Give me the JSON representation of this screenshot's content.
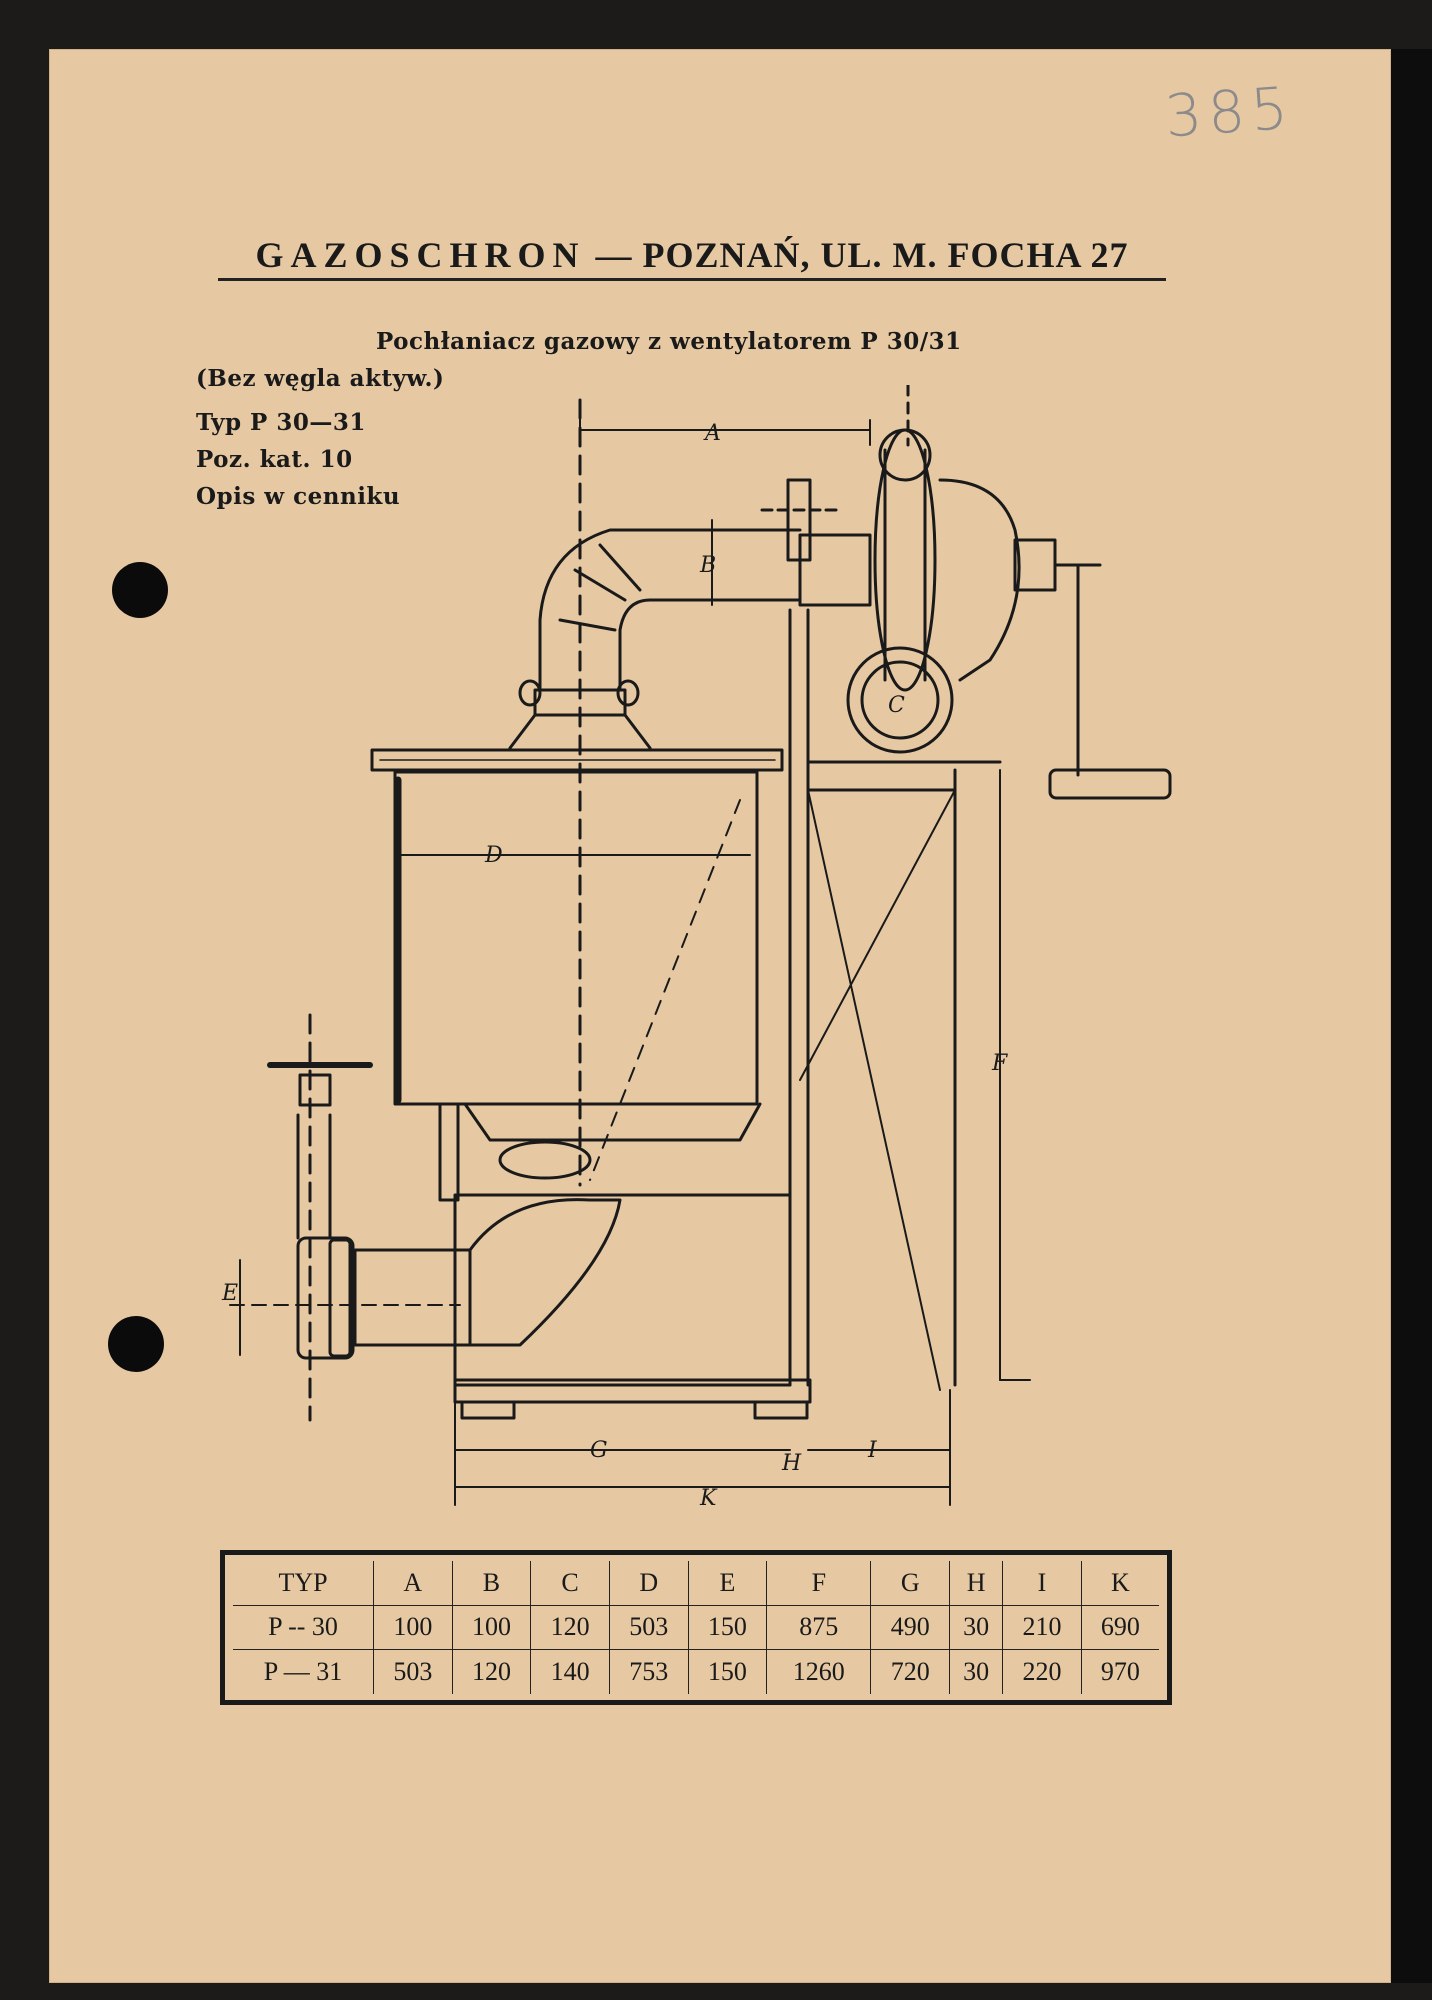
{
  "page_number": "385",
  "header": {
    "brand": "GAZOSCHRON",
    "separator": "—",
    "address": "POZNAŃ, UL. M. FOCHA 27"
  },
  "doc_title": "Pochłaniacz gazowy z wentylatorem P 30/31",
  "notes": [
    "(Bez węgla aktyw.)",
    "Typ P 30—31",
    "Poz. kat. 10",
    "Opis w cenniku"
  ],
  "drawing_labels": {
    "A": "A",
    "B": "B",
    "C": "C",
    "D": "D",
    "E": "E",
    "F": "F",
    "G": "G",
    "H": "H",
    "I": "I",
    "K": "K"
  },
  "table": {
    "headers": [
      "TYP",
      "A",
      "B",
      "C",
      "D",
      "E",
      "F",
      "G",
      "H",
      "I",
      "K"
    ],
    "rows": [
      [
        "P -- 30",
        "100",
        "100",
        "120",
        "503",
        "150",
        "875",
        "490",
        "30",
        "210",
        "690"
      ],
      [
        "P — 31",
        "503",
        "120",
        "140",
        "753",
        "150",
        "1260",
        "720",
        "30",
        "220",
        "970"
      ]
    ]
  },
  "colors": {
    "paper": "#e6c9a3",
    "ink": "#1a1a1a",
    "background": "#1d1b1a"
  }
}
